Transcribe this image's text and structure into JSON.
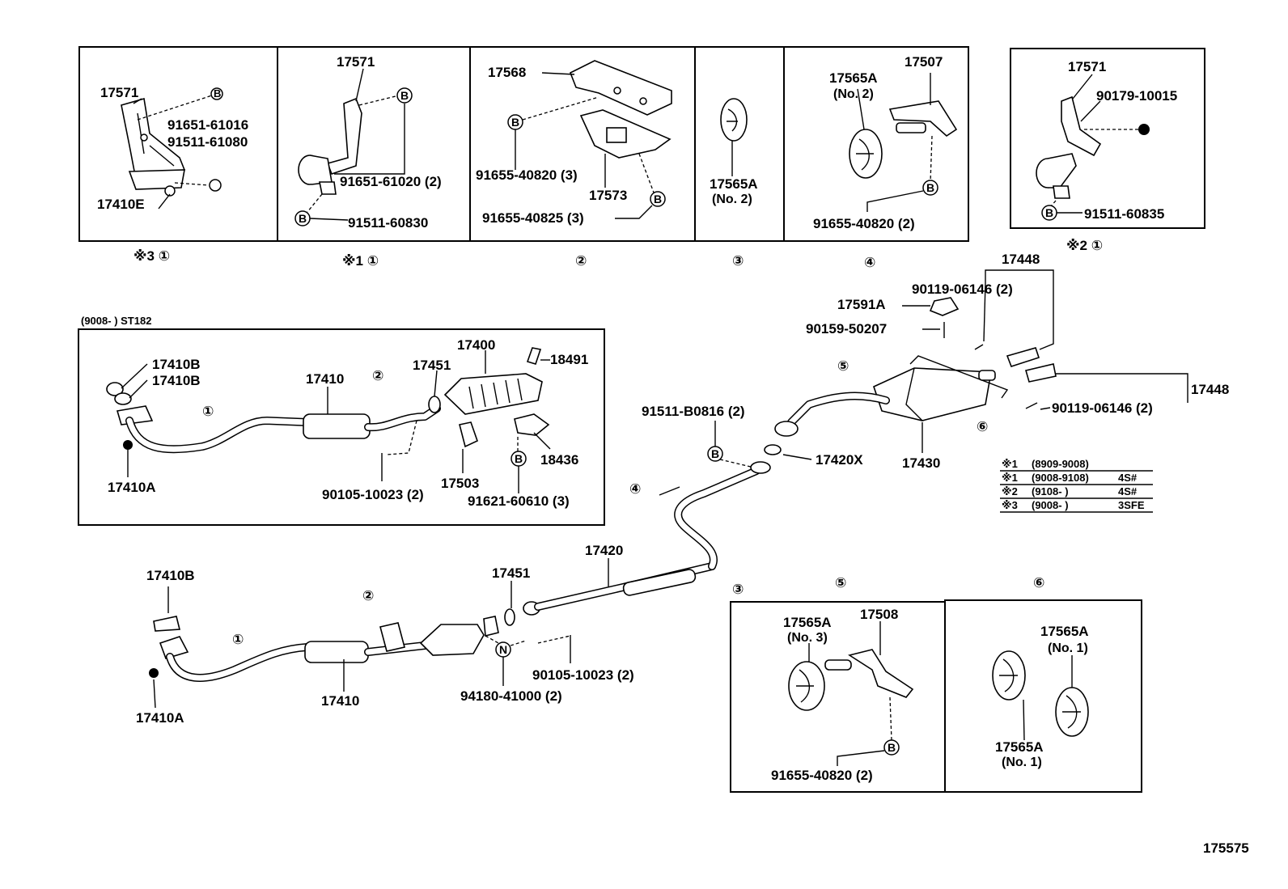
{
  "labels": {
    "top1_17571": "17571",
    "top1_91651_61016": "91651-61016",
    "top1_91511_61080": "91511-61080",
    "top1_17410E": "17410E",
    "top2_17571": "17571",
    "top2_91651_61020": "91651-61020 (2)",
    "top2_91511_60830": "91511-60830",
    "top3_17568": "17568",
    "top3_91655_40820": "91655-40820 (3)",
    "top3_17573": "17573",
    "top3_91655_40825": "91655-40825 (3)",
    "top4_17565A": "17565A",
    "top4_no2": "(No. 2)",
    "top5_17565A": "17565A",
    "top5_no2": "(No. 2)",
    "top5_17507": "17507",
    "top5_91655_40820": "91655-40820 (2)",
    "top6_17571": "17571",
    "top6_90179_10015": "90179-10015",
    "top6_91511_60835": "91511-60835",
    "cap1": "※3 ①",
    "cap2": "※1 ①",
    "cap3": "②",
    "cap4": "③",
    "cap5": "④",
    "cap6": "※2 ①",
    "st_header": "(9008-        ) ST182",
    "st_17410B_a": "17410B",
    "st_17410B_b": "17410B",
    "st_17410": "17410",
    "st_17451": "17451",
    "st_17400": "17400",
    "st_18491": "18491",
    "st_17410A": "17410A",
    "st_17503": "17503",
    "st_18436": "18436",
    "st_90105": "90105-10023 (2)",
    "st_91621": "91621-60610 (3)",
    "r_17448_top": "17448",
    "r_90119_top": "90119-06146 (2)",
    "r_17591A": "17591A",
    "r_90159": "90159-50207",
    "r_17448_right": "17448",
    "r_90119_right": "90119-06146 (2)",
    "r_91511_B0816": "91511-B0816 (2)",
    "r_17420X": "17420X",
    "r_17430": "17430",
    "m_17420": "17420",
    "m_17451": "17451",
    "m_17410B": "17410B",
    "m_17410A": "17410A",
    "m_17410": "17410",
    "m_90105": "90105-10023 (2)",
    "m_94180": "94180-41000 (2)",
    "b5_17565A": "17565A",
    "b5_no3": "(No. 3)",
    "b5_17508": "17508",
    "b5_91655": "91655-40820 (2)",
    "b6_17565A_top": "17565A",
    "b6_no1_top": "(No. 1)",
    "b6_17565A_bot": "17565A",
    "b6_no1_bot": "(No. 1)",
    "n1": "①",
    "n2": "②",
    "n3": "③",
    "n4": "④",
    "n5": "⑤",
    "n6": "⑥",
    "box5_title": "⑤",
    "box6_title": "⑥",
    "st_n1": "①",
    "st_n2": "②",
    "m_n1": "①",
    "m_n2": "②",
    "figure_id": "175575"
  },
  "legend": {
    "rows": [
      {
        "mark": "※1",
        "range": "(8909-9008)",
        "code": ""
      },
      {
        "mark": "※1",
        "range": "(9008-9108)",
        "code": "4S#"
      },
      {
        "mark": "※2",
        "range": "(9108-       )",
        "code": "4S#"
      },
      {
        "mark": "※3",
        "range": "(9008-       )",
        "code": "3SFE"
      }
    ]
  },
  "callout_letters": {
    "bolt": "B",
    "nut": "N"
  }
}
